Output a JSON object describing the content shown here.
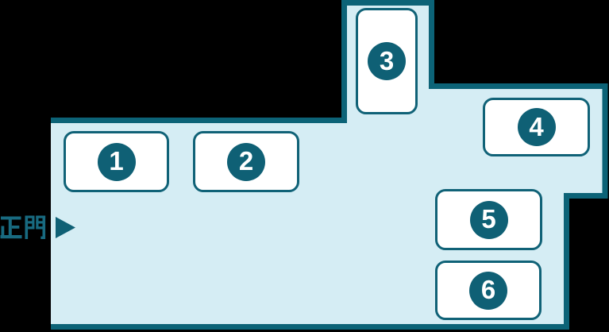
{
  "map": {
    "title": "grounds-map",
    "colors": {
      "bg": "#000000",
      "area": "#d5edf4",
      "outline": "#0c6377",
      "card-bg": "#ffffff",
      "card-border": "#106277",
      "badge": "#0f6075",
      "number": "#ffffff",
      "gate": "#186a80"
    },
    "gate": {
      "label": "正門",
      "arrow_icon": "triangle-right-icon"
    },
    "buildings": [
      {
        "number": "1"
      },
      {
        "number": "2"
      },
      {
        "number": "3"
      },
      {
        "number": "4"
      },
      {
        "number": "5"
      },
      {
        "number": "6"
      }
    ]
  }
}
